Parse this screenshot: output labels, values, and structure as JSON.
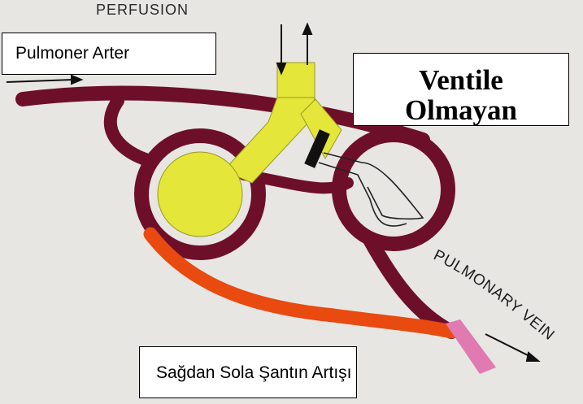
{
  "labels": {
    "perfusion": "PERFUSION",
    "pulmonary_artery": "Pulmoner Arter",
    "non_ventilated_line1": "Ventile",
    "non_ventilated_line2": "Olmayan",
    "pulmonary_vein": "PULMONARY VEIN",
    "shunt": "Sağdan Sola Şantın Artışı"
  },
  "colors": {
    "background": "#e7e6e3",
    "vessel": "#6e0f2a",
    "shunt": "#e84a10",
    "vein_end": "#e07ab0",
    "airway": "#e4e63a",
    "airway_border": "#9a9a20",
    "bronchus_block": "#111111"
  }
}
